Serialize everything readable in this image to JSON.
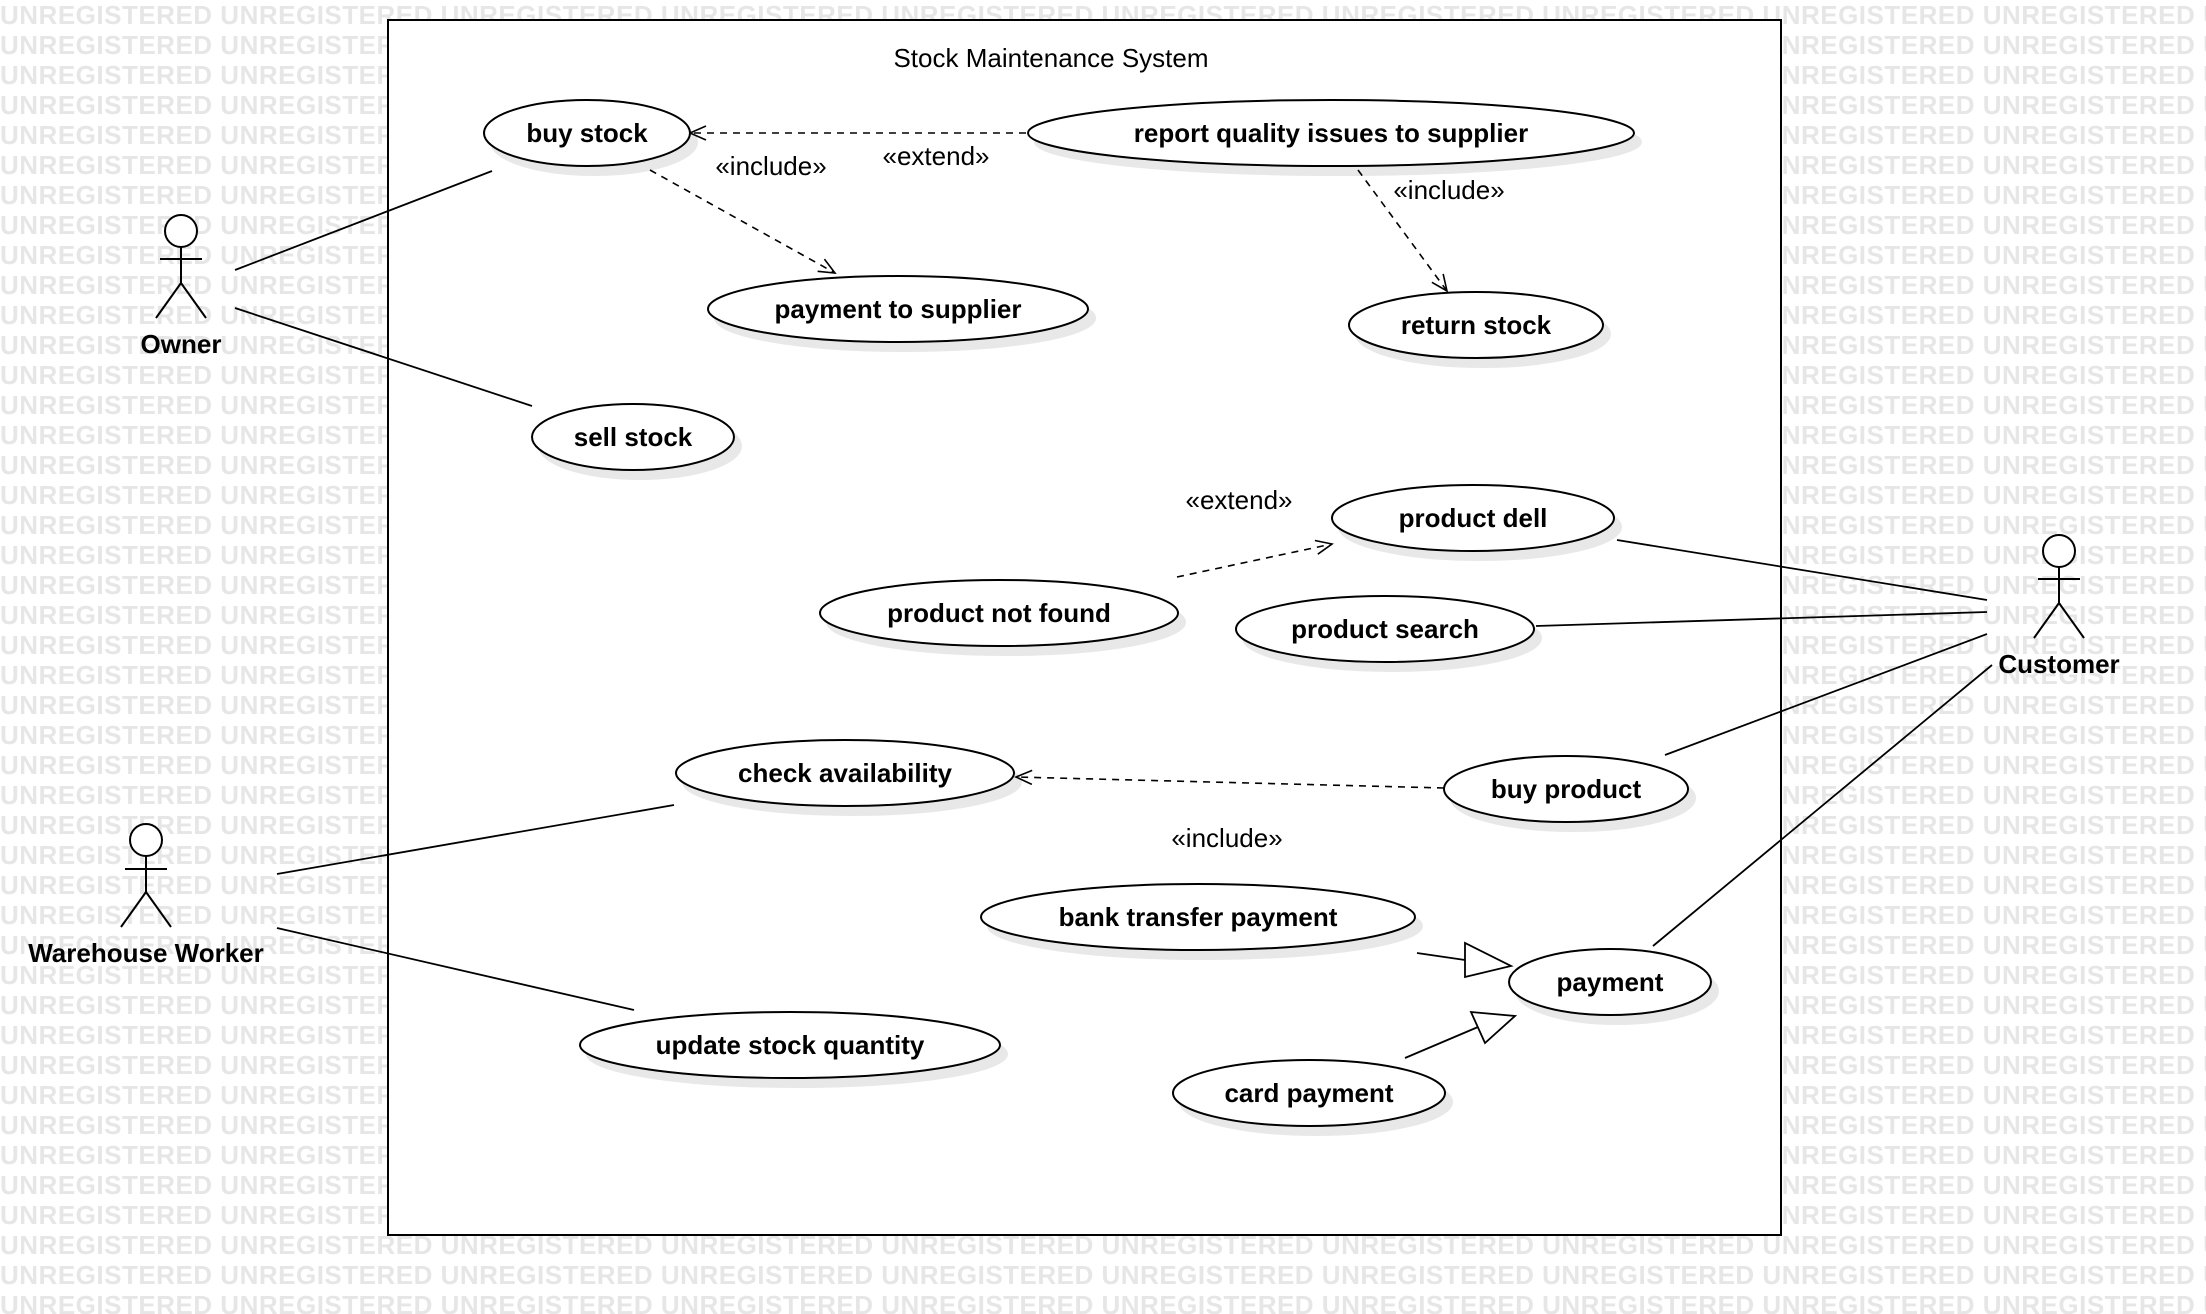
{
  "watermark": "UNREGISTERED",
  "system": {
    "title": "Stock Maintenance System"
  },
  "actors": [
    {
      "id": "owner",
      "name": "Owner"
    },
    {
      "id": "warehouse",
      "name": "Warehouse Worker"
    },
    {
      "id": "customer",
      "name": "Customer"
    }
  ],
  "use_cases": [
    {
      "id": "buy-stock",
      "label": "buy stock"
    },
    {
      "id": "report-quality",
      "label": "report quality issues to supplier"
    },
    {
      "id": "payment-supplier",
      "label": "payment to supplier"
    },
    {
      "id": "return-stock",
      "label": "return stock"
    },
    {
      "id": "sell-stock",
      "label": "sell stock"
    },
    {
      "id": "product-dell",
      "label": "product dell"
    },
    {
      "id": "product-not-found",
      "label": "product not found"
    },
    {
      "id": "product-search",
      "label": "product search"
    },
    {
      "id": "check-availability",
      "label": "check availability"
    },
    {
      "id": "buy-product",
      "label": "buy product"
    },
    {
      "id": "bank-transfer",
      "label": "bank transfer payment"
    },
    {
      "id": "payment",
      "label": "payment"
    },
    {
      "id": "update-stock",
      "label": "update stock quantity"
    },
    {
      "id": "card-payment",
      "label": "card payment"
    }
  ],
  "stereotypes": [
    {
      "id": "include-buy-payment",
      "label": "«include»"
    },
    {
      "id": "extend-report-buy",
      "label": "«extend»"
    },
    {
      "id": "include-report-return",
      "label": "«include»"
    },
    {
      "id": "extend-notfound-dell",
      "label": "«extend»"
    },
    {
      "id": "include-buyproduct-check",
      "label": "«include»"
    }
  ]
}
